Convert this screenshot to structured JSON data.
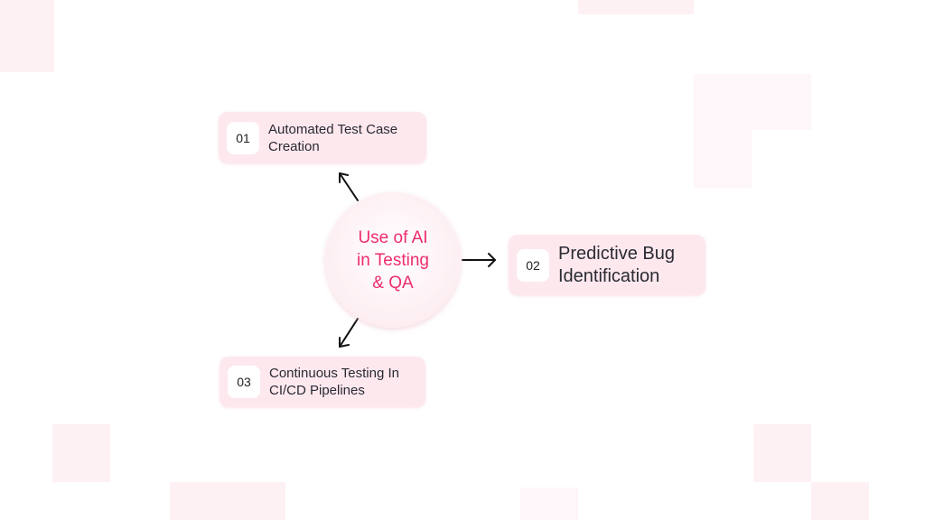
{
  "center": {
    "label_lines": [
      "Use of AI",
      "in Testing",
      "& QA"
    ]
  },
  "items": [
    {
      "number": "01",
      "label_lines": [
        "Automated Test Case",
        "Creation"
      ]
    },
    {
      "number": "02",
      "label_lines": [
        "Predictive Bug",
        "Identification"
      ]
    },
    {
      "number": "03",
      "label_lines": [
        "Continuous Testing In",
        "CI/CD Pipelines"
      ]
    }
  ],
  "colors": {
    "accent": "#ee2d6e",
    "box_bg": "#fde8ee"
  }
}
